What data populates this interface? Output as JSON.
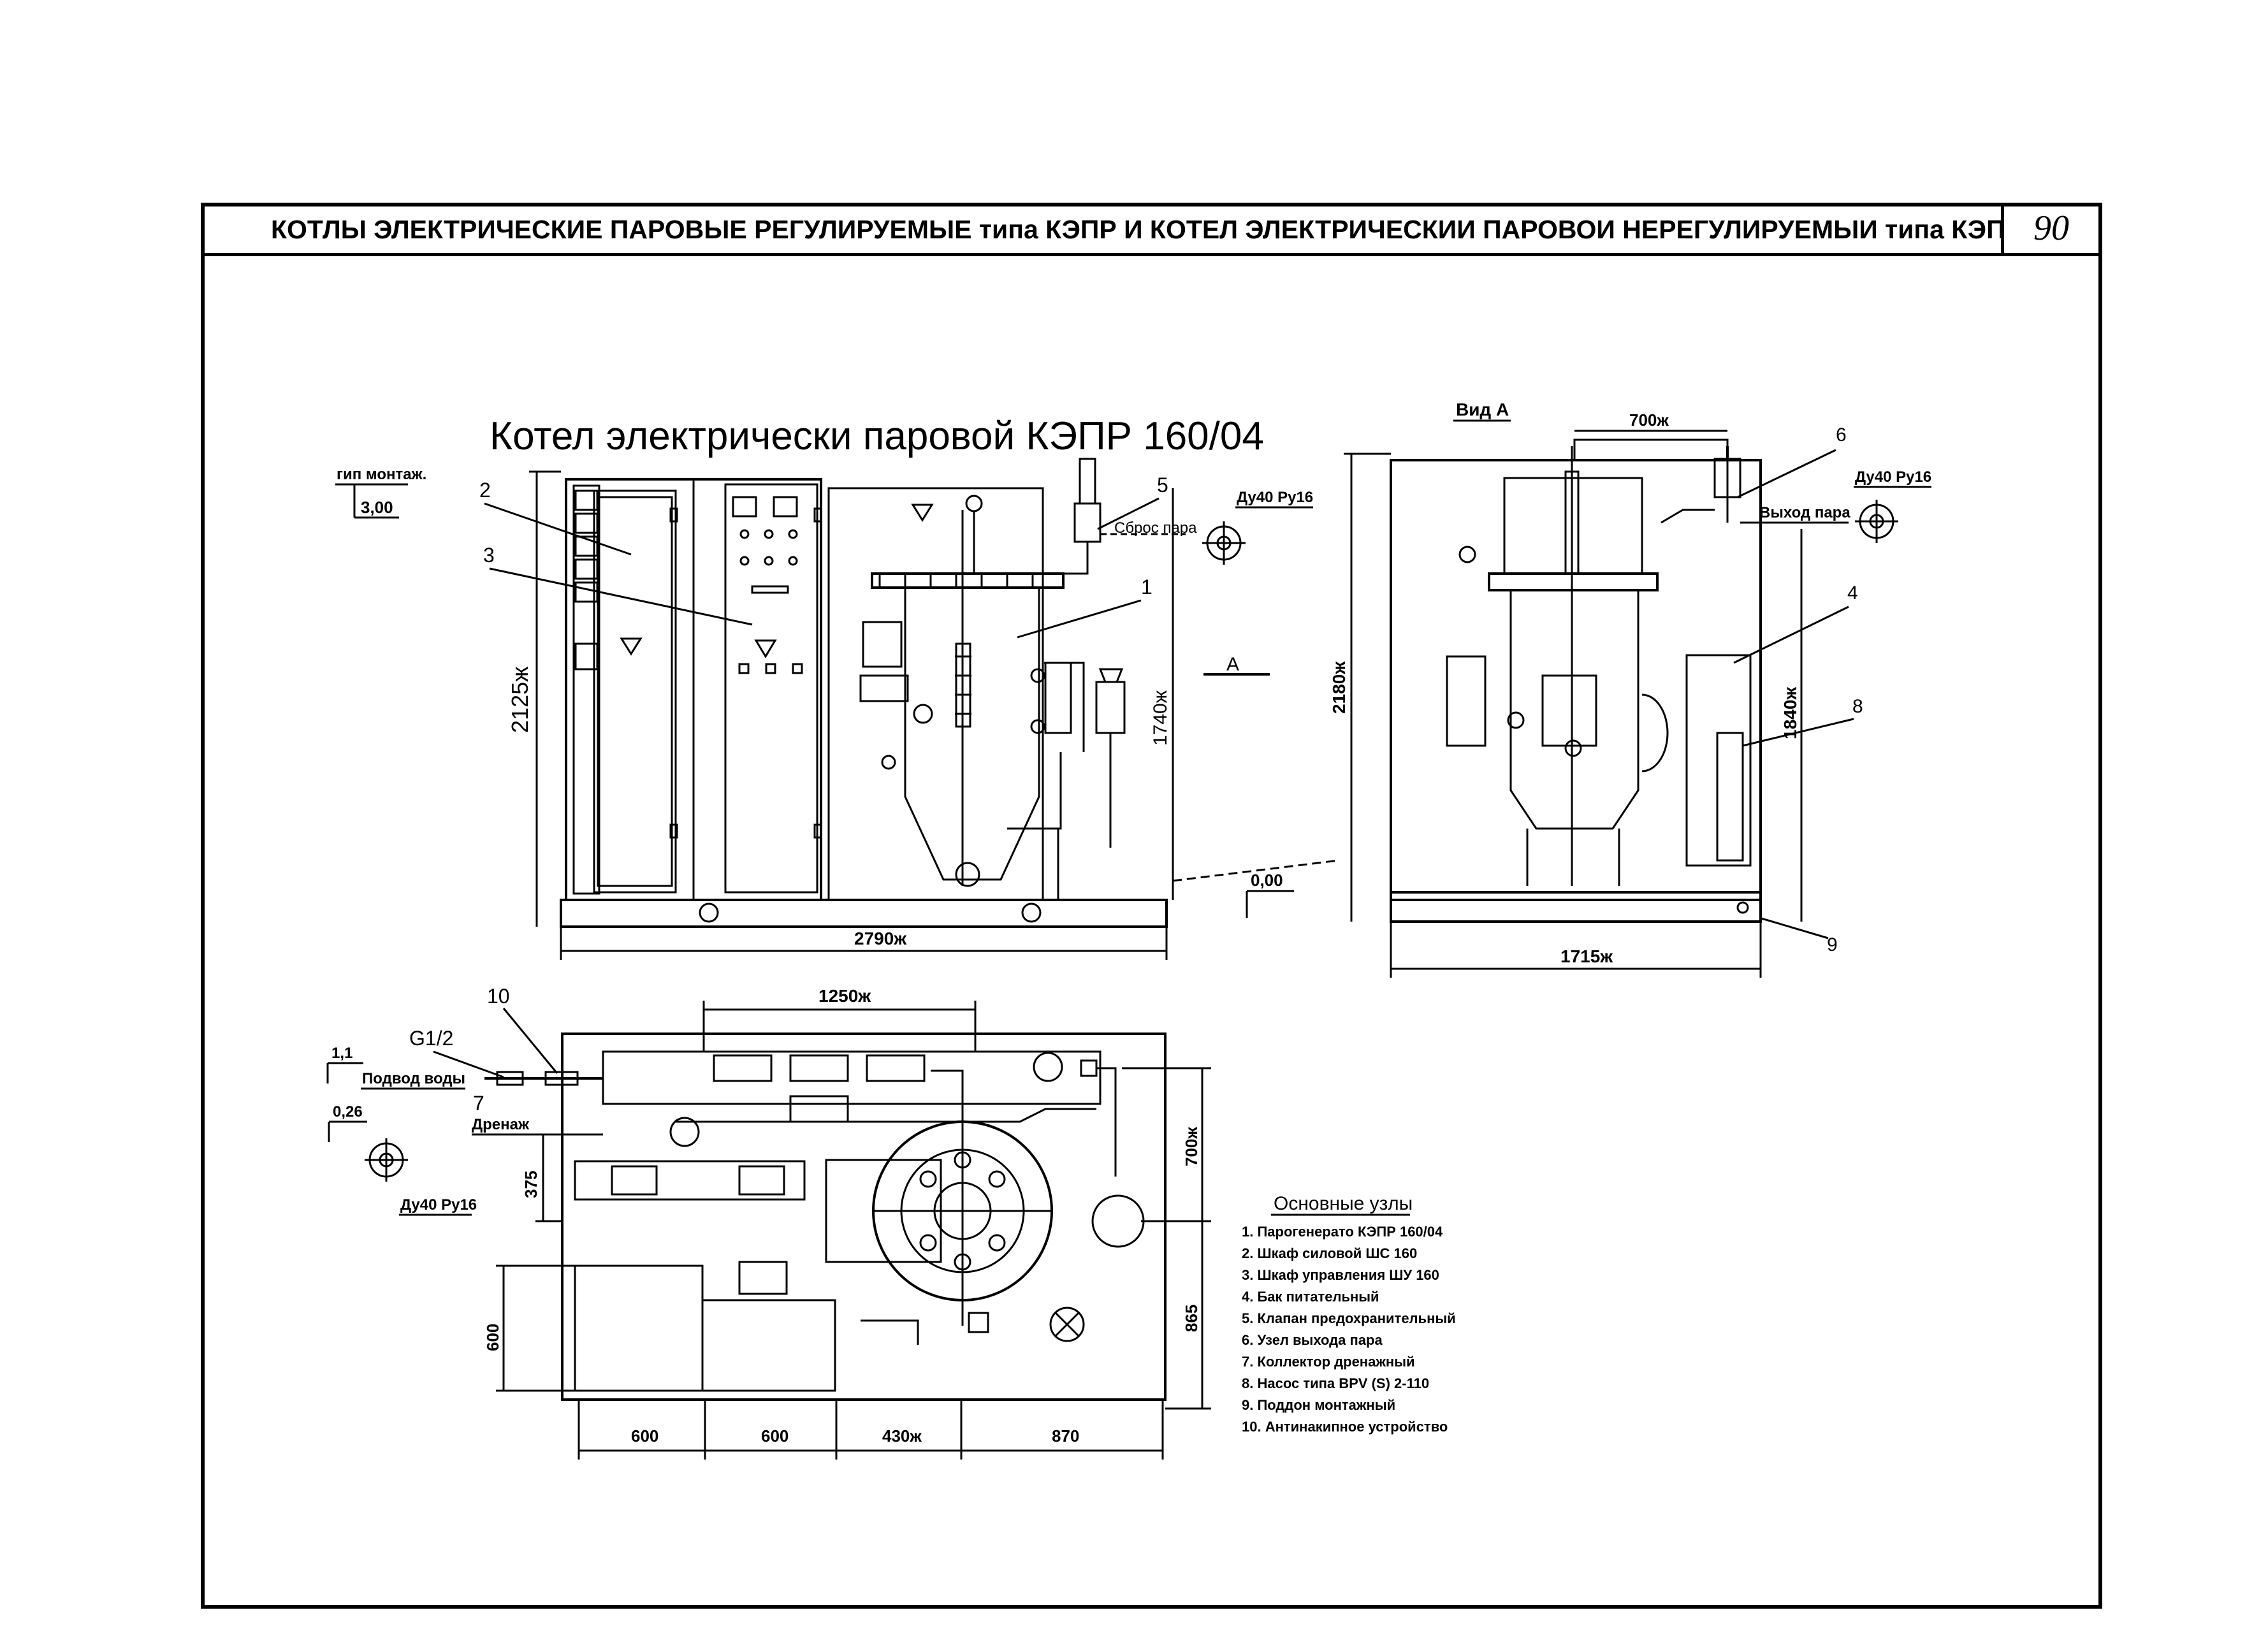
{
  "sheet": {
    "header_title": "КОТЛЫ ЭЛЕКТРИЧЕСКИЕ ПАРОВЫЕ РЕГУЛИРУЕМЫЕ типа КЭПР И КОТЕЛ ЭЛЕКТРИЧЕСКИИ ПАРОВОИ НЕРЕГУЛИРУЕМЫИ типа КЭП",
    "page_number": "90"
  },
  "front_view": {
    "title": "Котел электрически паровой КЭПР 160/04",
    "level_label": "гип монтаж.",
    "level_value": "3,00",
    "dim_height_total": "2125ж",
    "dim_height_boiler": "1740ж",
    "dim_width": "2790ж",
    "level_floor": "0,00",
    "view_marker": "А",
    "steam_outlet_label": "Сброс пара",
    "flange_label": "Ду40 Ру16",
    "callouts": [
      "2",
      "3",
      "1",
      "5"
    ]
  },
  "side_view": {
    "title": "Вид А",
    "dim_top": "700ж",
    "dim_height": "2180ж",
    "dim_tank": "1840ж",
    "dim_width": "1715ж",
    "steam_outlet_label": "Выход пара",
    "flange_label": "Ду40 Ру16",
    "callouts": [
      "6",
      "4",
      "8",
      "9"
    ]
  },
  "plan_view": {
    "dim_top": "1250ж",
    "dim_right_top": "700ж",
    "dim_right_bottom": "865",
    "dim_left": "375",
    "dim_left_bottom": "600",
    "dim_bottom": [
      "600",
      "600",
      "430ж",
      "870"
    ],
    "water_inlet_label": "Подвод воды",
    "water_inlet_level": "1,1",
    "thread_label": "G1/2",
    "drain_label": "Дренаж",
    "drain_level": "0,26",
    "flange_label": "Ду40 Ру16",
    "callouts": [
      "10",
      "7"
    ]
  },
  "legend": {
    "title": "Основные узлы",
    "items": [
      "1. Парогенерато КЭПР 160/04",
      "2. Шкаф силовой ШС 160",
      "3. Шкаф управления ШУ 160",
      "4. Бак питательный",
      "5. Клапан предохранительный",
      "6. Узел выхода пара",
      "7. Коллектор дренажный",
      "8. Насос типа BPV (S) 2-110",
      "9. Поддон монтажный",
      "10. Антинакипное устройство"
    ]
  }
}
